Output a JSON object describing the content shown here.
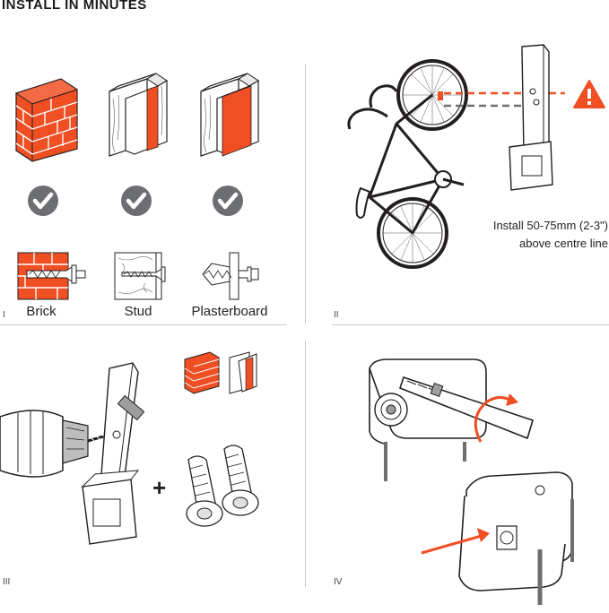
{
  "title": "INSTALL IN MINUTES",
  "colors": {
    "accent": "#f04e23",
    "check": "#6d6e71",
    "line": "#231f20",
    "divider": "#c8c8c8"
  },
  "panels": {
    "p1": {
      "number": "I",
      "walls": [
        {
          "type": "brick",
          "icon": "brick-wall-icon"
        },
        {
          "type": "stud",
          "icon": "stud-wall-icon"
        },
        {
          "type": "plasterboard",
          "icon": "plasterboard-wall-icon"
        }
      ],
      "anchors": [
        {
          "label": "Brick",
          "icon": "brick-anchor-icon"
        },
        {
          "label": "Stud",
          "icon": "stud-screw-icon"
        },
        {
          "label": "Plasterboard",
          "icon": "plasterboard-anchor-icon"
        }
      ]
    },
    "p2": {
      "number": "II",
      "note_line1": "Install 50-75mm (2-3\")",
      "note_line2": "above centre line"
    },
    "p3": {
      "number": "III"
    },
    "p4": {
      "number": "IV"
    }
  }
}
